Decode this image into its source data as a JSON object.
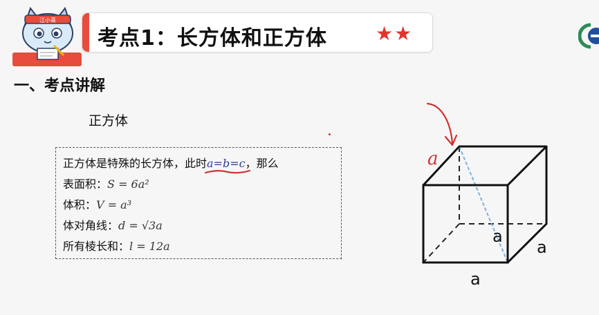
{
  "header": {
    "title": "考点1：长方体和正方体",
    "stars": "★★",
    "mascot_headband_text": "江小青"
  },
  "section": {
    "heading": "一、考点讲解",
    "topic": "正方体"
  },
  "formulas": {
    "intro_prefix": "正方体是特殊的长方体，此时",
    "intro_math": "a=b=c",
    "intro_suffix": "，那么",
    "surface_label": "表面积：",
    "surface_formula": "S = 6a²",
    "volume_label": "体积：",
    "volume_formula": "V = a³",
    "diagonal_label": "体对角线：",
    "diagonal_formula": "d = √3a",
    "edges_label": "所有棱长和：",
    "edges_formula": "l = 12a"
  },
  "cube_labels": {
    "inner": "a",
    "right": "a",
    "bottom": "a",
    "handwritten": "a"
  },
  "colors": {
    "banner_accent": "#e74c3c",
    "stars": "#e3342f",
    "annotation_red": "#d32f2f",
    "diagonal_blue": "#7fb0e0",
    "badge_green": "#2e8b57",
    "badge_blue": "#1f4e9c"
  },
  "icons": {
    "mascot": "cat-mascot-icon",
    "badge": "circle-badge-icon",
    "arrow": "annotation-arrow-icon"
  }
}
